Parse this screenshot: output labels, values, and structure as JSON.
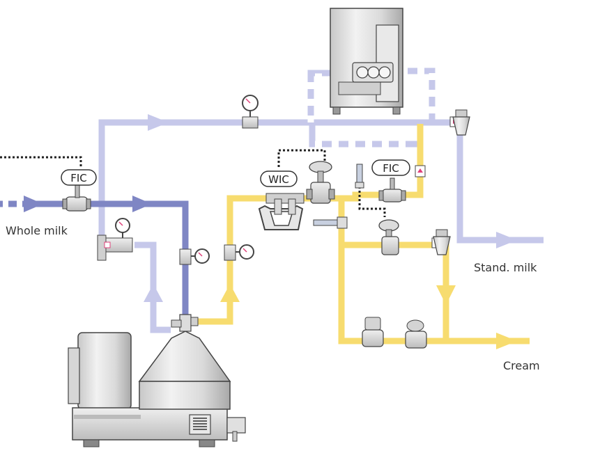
{
  "labels": {
    "whole_milk": "Whole milk",
    "stand_milk": "Stand. milk",
    "cream": "Cream"
  },
  "instruments": {
    "fic_milk": "FIC",
    "wic": "WIC",
    "fic_cream": "FIC"
  },
  "colors": {
    "whole_milk_pipe": "#7f86c4",
    "skim_pipe": "#c6c8ea",
    "cream_pipe": "#f7dc6f",
    "equipment": "#d9d9d9",
    "signal_line": "#222222",
    "arrow_pink": "#e0407a"
  }
}
